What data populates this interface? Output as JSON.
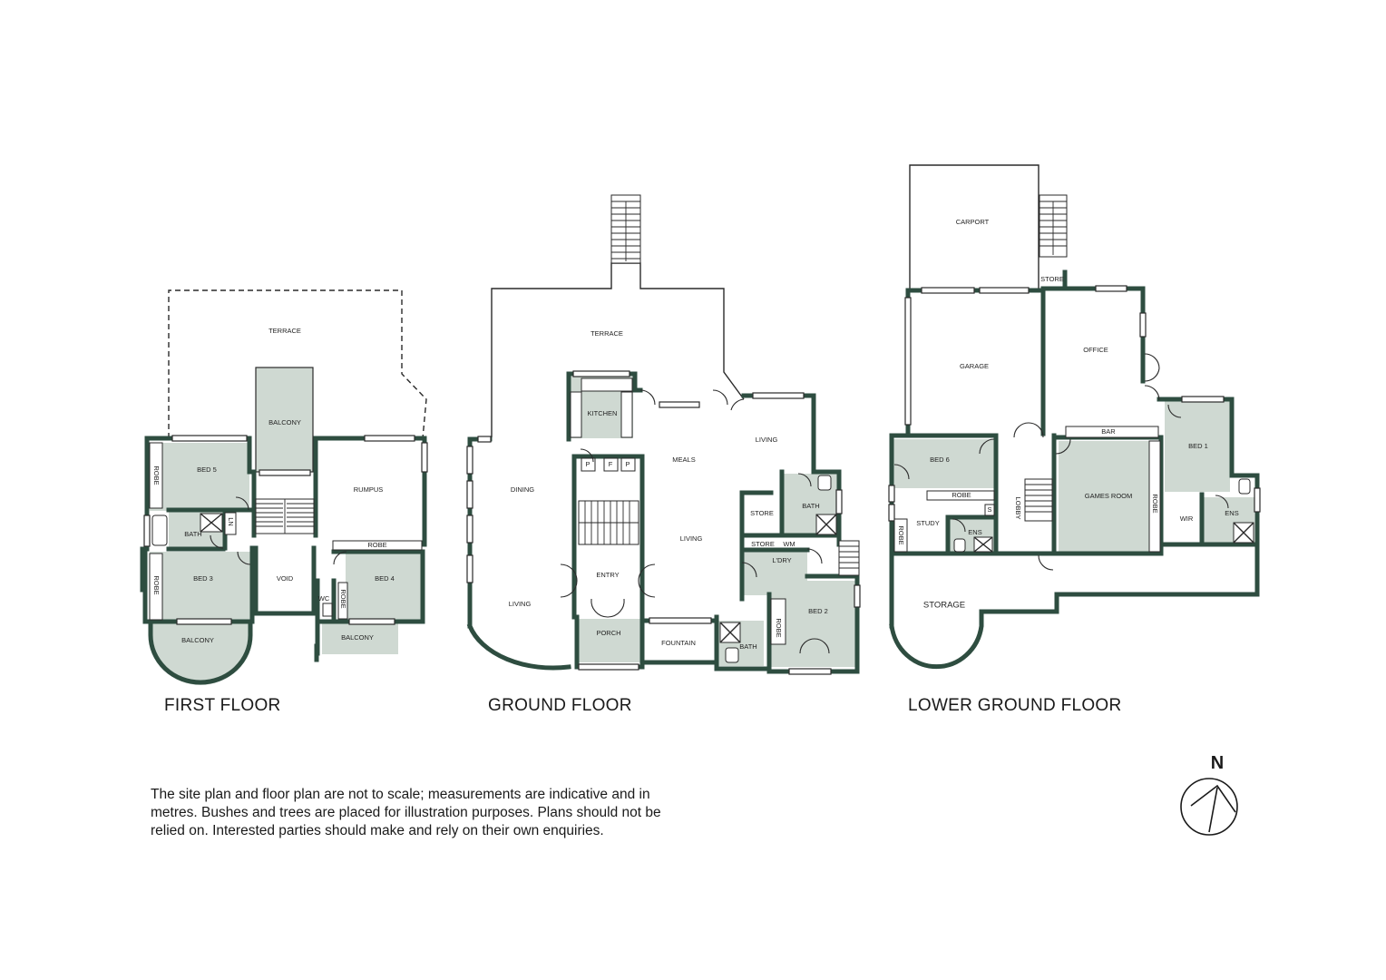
{
  "floors": {
    "first": {
      "title": "FIRST FLOOR",
      "rooms": {
        "terrace": "TERRACE",
        "balcony_top": "BALCONY",
        "bed5": "BED 5",
        "robe_bed5": "ROBE",
        "rumpus": "RUMPUS",
        "bath": "BATH",
        "ln": "LN",
        "robe_rumpus": "ROBE",
        "bed3": "BED 3",
        "robe_bed3": "ROBE",
        "void": "VOID",
        "wc": "WC",
        "robe_wc": "ROBE",
        "bed4": "BED 4",
        "balcony_bed3": "BALCONY",
        "balcony_bed4": "BALCONY"
      }
    },
    "ground": {
      "title": "GROUND FLOOR",
      "rooms": {
        "terrace": "TERRACE",
        "kitchen": "KITCHEN",
        "meals": "MEALS",
        "living_ne": "LIVING",
        "dining": "DINING",
        "pantry1": "P",
        "fridge": "F",
        "pantry2": "P",
        "store1": "STORE",
        "bath_north": "BATH",
        "living_mid": "LIVING",
        "store2": "STORE",
        "wm": "WM",
        "ldry": "L'DRY",
        "entry": "ENTRY",
        "living_west": "LIVING",
        "porch": "PORCH",
        "fountain": "FOUNTAIN",
        "bath_south": "BATH",
        "robe_bed2": "ROBE",
        "bed2": "BED 2"
      }
    },
    "lower": {
      "title": "LOWER GROUND FLOOR",
      "rooms": {
        "carport": "CARPORT",
        "store": "STORE",
        "garage": "GARAGE",
        "office": "OFFICE",
        "bar": "BAR",
        "bed6": "BED 6",
        "robe_bed6": "ROBE",
        "s": "S",
        "lobby": "LOBBY",
        "games_room": "GAMES ROOM",
        "robe_games": "ROBE",
        "bed1": "BED 1",
        "wir": "WIR",
        "ens_bed1": "ENS",
        "robe_study": "ROBE",
        "study": "STUDY",
        "ens_study": "ENS",
        "storage": "STORAGE"
      }
    }
  },
  "disclaimer": "The site plan and floor plan are not to scale; measurements are indicative and in metres. Bushes and trees are placed for illustration purposes. Plans should not be relied on. Interested parties should make and rely on their own enquiries.",
  "north_label": "N",
  "colors": {
    "wall": "#2e4d40",
    "room_fill": "#cfd9d2"
  }
}
